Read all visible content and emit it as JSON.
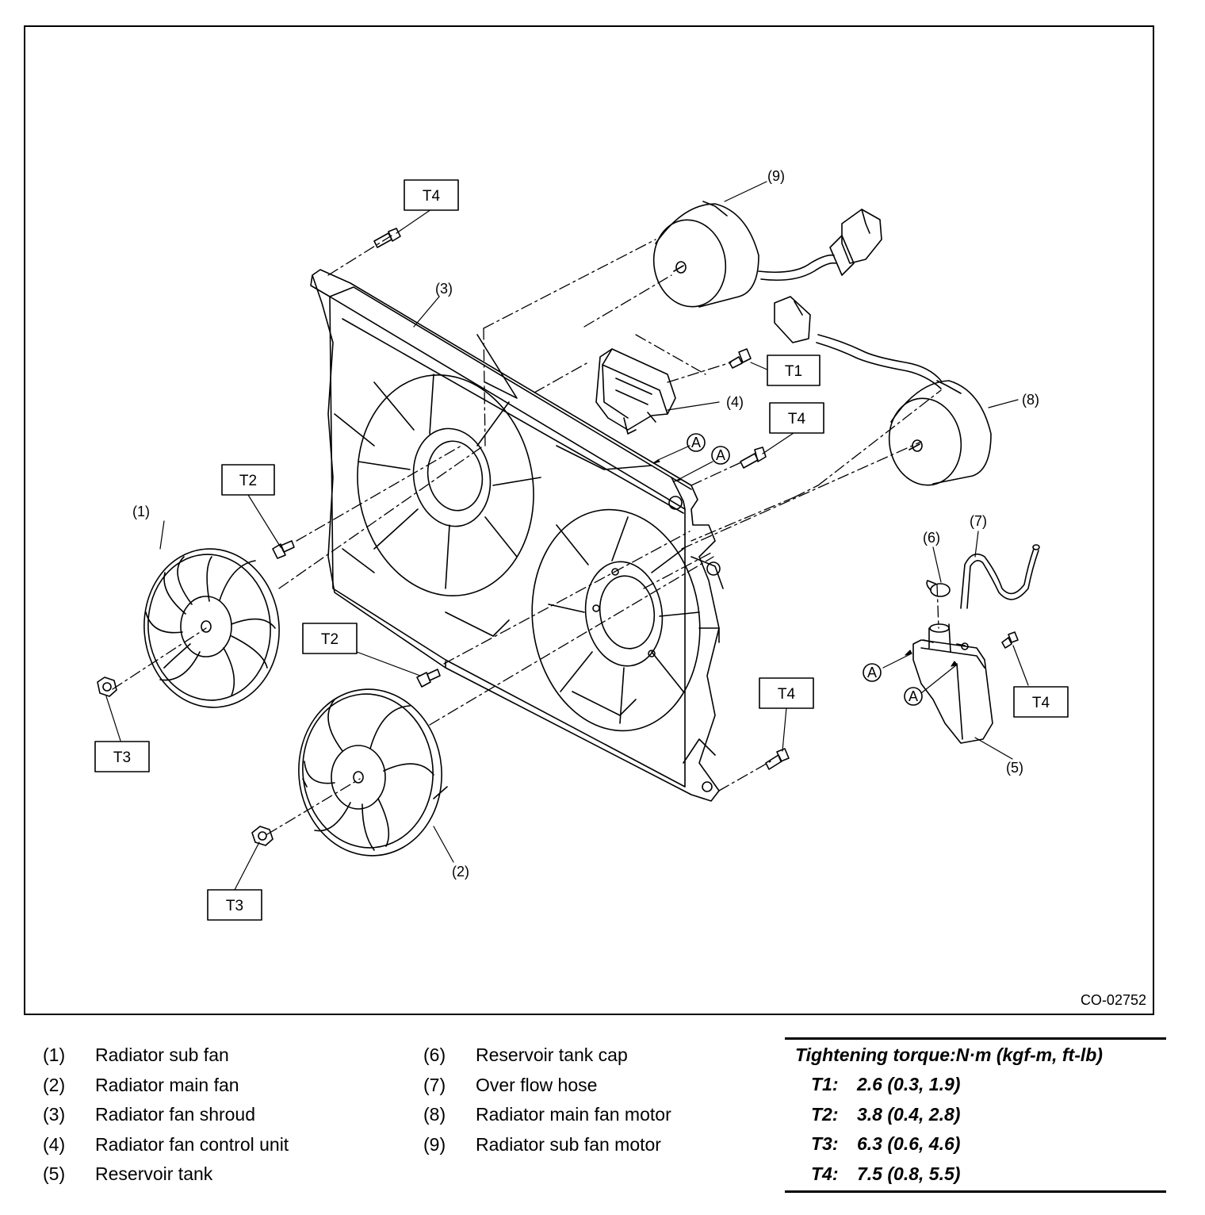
{
  "figure": {
    "code": "CO-02752",
    "callouts": {
      "c1": "(1)",
      "c2": "(2)",
      "c3": "(3)",
      "c4": "(4)",
      "c5": "(5)",
      "c6": "(6)",
      "c7": "(7)",
      "c8": "(8)",
      "c9": "(9)"
    },
    "torque_boxes": {
      "t4_top": "T4",
      "t1": "T1",
      "t4_mid": "T4",
      "t2_upper": "T2",
      "t2_lower": "T2",
      "t3_left": "T3",
      "t3_bottom": "T3",
      "t4_lower": "T4",
      "t4_tank": "T4"
    },
    "ref_mark": "A"
  },
  "legend": {
    "left": [
      {
        "num": "(1)",
        "name": "Radiator sub fan"
      },
      {
        "num": "(2)",
        "name": "Radiator main fan"
      },
      {
        "num": "(3)",
        "name": "Radiator fan shroud"
      },
      {
        "num": "(4)",
        "name": "Radiator fan control unit"
      },
      {
        "num": "(5)",
        "name": "Reservoir tank"
      }
    ],
    "right": [
      {
        "num": "(6)",
        "name": "Reservoir tank cap"
      },
      {
        "num": "(7)",
        "name": "Over flow hose"
      },
      {
        "num": "(8)",
        "name": "Radiator main fan motor"
      },
      {
        "num": "(9)",
        "name": "Radiator sub fan motor"
      }
    ]
  },
  "torque": {
    "title": "Tightening torque:N·m (kgf-m, ft-lb)",
    "rows": [
      {
        "key": "T1:",
        "value": "2.6 (0.3, 1.9)"
      },
      {
        "key": "T2:",
        "value": "3.8 (0.4, 2.8)"
      },
      {
        "key": "T3:",
        "value": "6.3 (0.6, 4.6)"
      },
      {
        "key": "T4:",
        "value": "7.5 (0.8, 5.5)"
      }
    ]
  }
}
